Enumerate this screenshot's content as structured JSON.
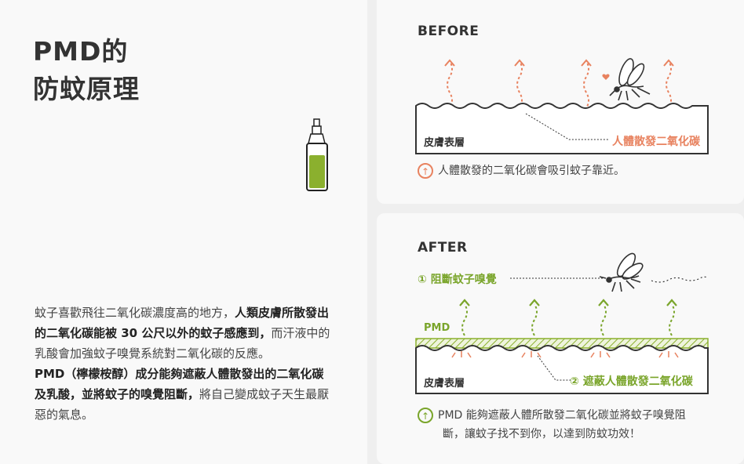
{
  "left": {
    "title_line1": "PMD的",
    "title_line2": "防蚊原理",
    "desc_part1": "蚊子喜歡飛往二氧化碳濃度高的地方，",
    "desc_bold1": "人類皮膚所散發出的二氧化碳能被 30 公尺以外的蚊子感應到，",
    "desc_part2": "而汗液中的乳酸會加強蚊子嗅覺系統對二氧化碳的反應。",
    "desc_bold2": "PMD（檸檬桉醇）成分能夠遮蔽人體散發出的二氧化碳及乳酸，並將蚊子的嗅覺阻斷，",
    "desc_part3": "將自己變成蚊子天生最厭惡的氣息。"
  },
  "before": {
    "label": "BEFORE",
    "skin_label": "皮膚表層",
    "co2_label": "人體散發二氧化碳",
    "note": "人體散發的二氧化碳會吸引蚊子靠近。"
  },
  "after": {
    "label": "AFTER",
    "block_label": "① 阻斷蚊子嗅覺",
    "pmd_label": "PMD",
    "skin_label": "皮膚表層",
    "cover_label": "② 遮蔽人體散發二氧化碳",
    "note_line1": "PMD 能夠遮蔽人體所散發二氧化碳並將蚊子嗅覺阻",
    "note_line2": "斷，讓蚊子找不到你，以達到防蚊功效！"
  },
  "colors": {
    "orange": "#e8825f",
    "green": "#7aa52b",
    "dark": "#333333"
  },
  "icons": [
    "spray-bottle-icon",
    "mosquito-icon",
    "heart-icon",
    "up-arrow-icon"
  ]
}
